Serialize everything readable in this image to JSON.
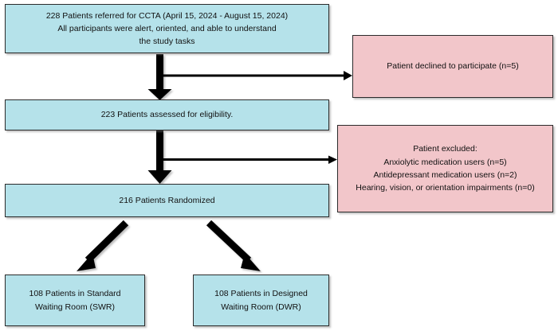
{
  "diagram": {
    "title": "CONSORT participant flow diagram",
    "colors": {
      "blue_fill": "#b5e2ea",
      "pink_fill": "#f2c6ca",
      "border": "#2b2b2b",
      "arrow": "#000000",
      "background": "#ffffff"
    },
    "nodes": [
      {
        "id": "referred",
        "kind": "blue",
        "text": "228 Patients referred for CCTA (April 15, 2024 - August 15, 2024)\nAll participants were alert, oriented, and able to understand\nthe study tasks"
      },
      {
        "id": "declined",
        "kind": "pink",
        "text": "Patient declined to participate (n=5)"
      },
      {
        "id": "assessed",
        "kind": "blue",
        "text": "223 Patients assessed for eligibility."
      },
      {
        "id": "excluded",
        "kind": "pink",
        "text": "Patient excluded:\nAnxiolytic medication users (n=5)\nAntidepressant medication users (n=2)\nHearing, vision, or orientation impairments (n=0)"
      },
      {
        "id": "randomized",
        "kind": "blue",
        "text": "216 Patients Randomized"
      },
      {
        "id": "swr",
        "kind": "blue",
        "text": "108 Patients in Standard\nWaiting Room (SWR)"
      },
      {
        "id": "dwr",
        "kind": "blue",
        "text": "108 Patients in Designed\nWaiting Room (DWR)"
      }
    ],
    "edges": [
      {
        "id": "referred-to-assessed",
        "from": "referred",
        "to": "assessed",
        "style": "thick-down"
      },
      {
        "id": "referred-to-declined",
        "from": "referred",
        "to": "declined",
        "style": "thin-right"
      },
      {
        "id": "assessed-to-randomized",
        "from": "assessed",
        "to": "randomized",
        "style": "thick-down"
      },
      {
        "id": "assessed-to-excluded",
        "from": "assessed",
        "to": "excluded",
        "style": "thin-right"
      },
      {
        "id": "randomized-to-swr",
        "from": "randomized",
        "to": "swr",
        "style": "thick-diagonal-left"
      },
      {
        "id": "randomized-to-dwr",
        "from": "randomized",
        "to": "dwr",
        "style": "thick-diagonal-right"
      }
    ]
  }
}
